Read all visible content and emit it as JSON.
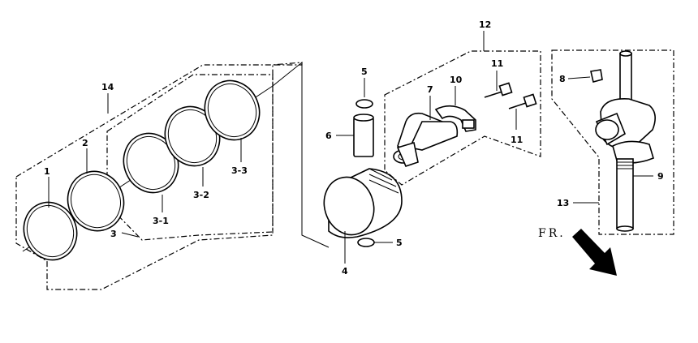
{
  "labels": {
    "l1": "1",
    "l2": "2",
    "l3": "3",
    "l3_1": "3-1",
    "l3_2": "3-2",
    "l3_3": "3-3",
    "l14": "14",
    "l5_top": "5",
    "l5_bottom": "5",
    "l6": "6",
    "l4": "4",
    "l12": "12",
    "l7": "7",
    "l10": "10",
    "l11_top": "11",
    "l11_bottom": "11",
    "l8": "8",
    "l9": "9",
    "l13": "13",
    "fr": "FR."
  },
  "colors": {
    "ink": "#000000",
    "background": "#ffffff"
  }
}
